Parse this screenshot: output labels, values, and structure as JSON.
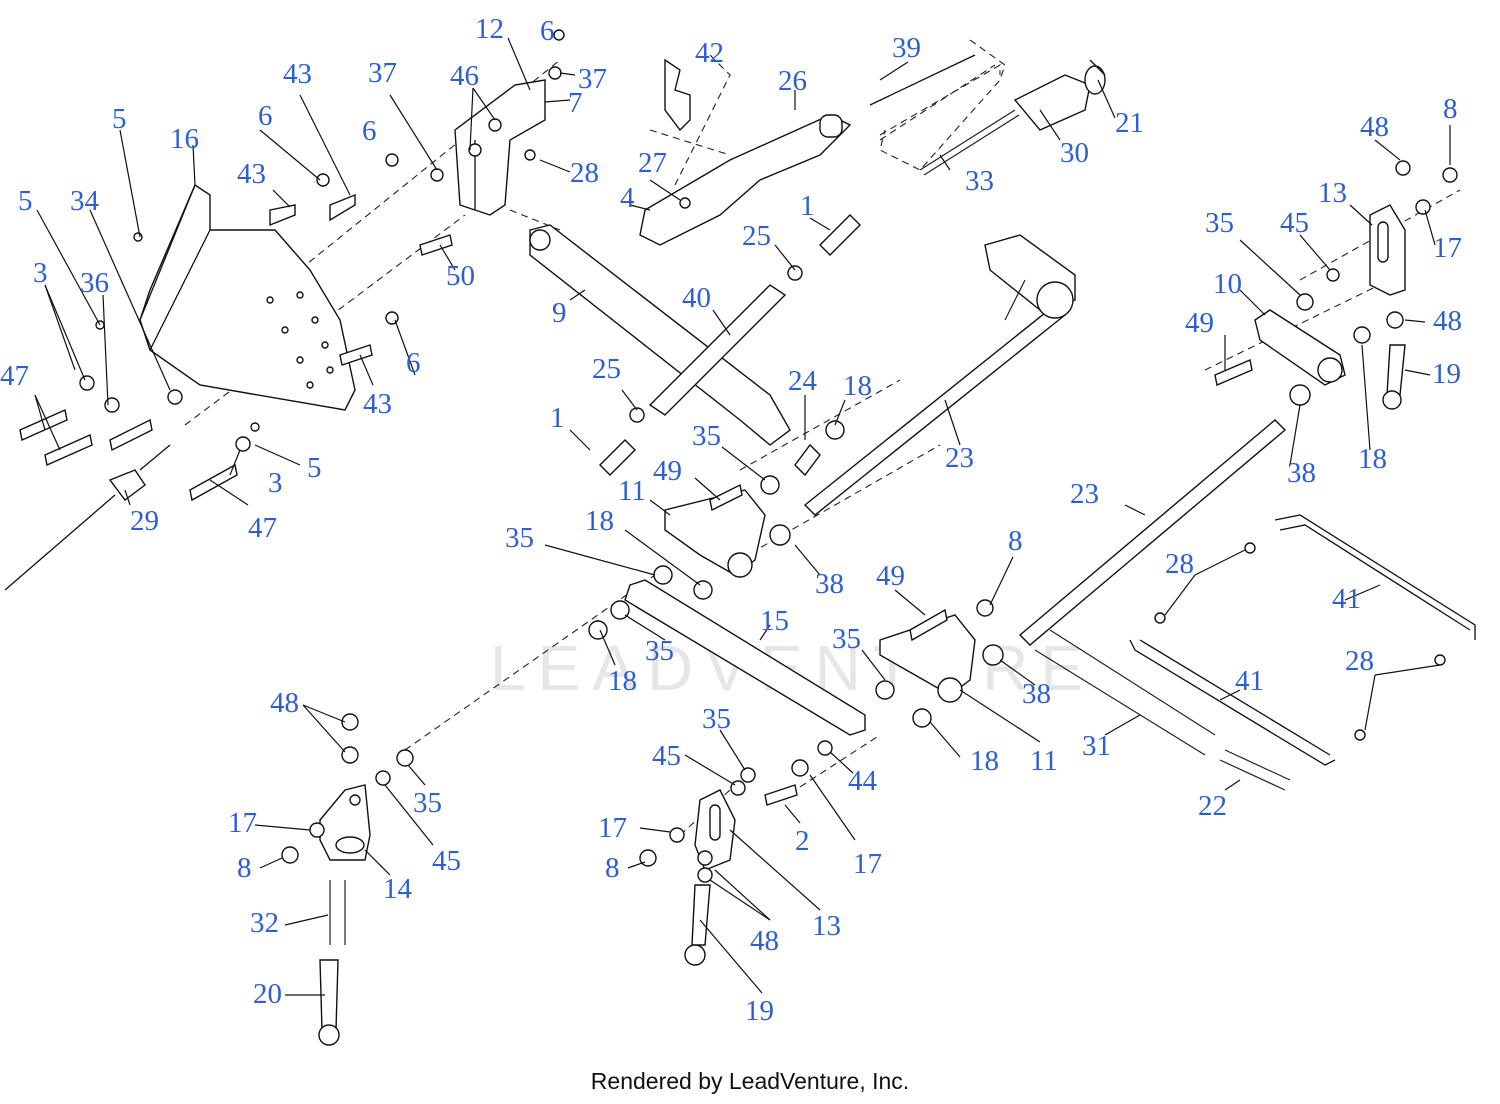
{
  "diagram": {
    "watermark": "LEADVENTURE",
    "callout_color": "#2d5fd3",
    "callouts": [
      {
        "text": "12"
      },
      {
        "text": "6"
      },
      {
        "text": "42"
      },
      {
        "text": "39"
      },
      {
        "text": "43"
      },
      {
        "text": "37"
      },
      {
        "text": "46"
      },
      {
        "text": "37"
      },
      {
        "text": "26"
      },
      {
        "text": "7"
      },
      {
        "text": "21"
      },
      {
        "text": "5"
      },
      {
        "text": "6"
      },
      {
        "text": "6"
      },
      {
        "text": "16"
      },
      {
        "text": "28"
      },
      {
        "text": "27"
      },
      {
        "text": "30"
      },
      {
        "text": "43"
      },
      {
        "text": "33"
      },
      {
        "text": "48"
      },
      {
        "text": "8"
      },
      {
        "text": "13"
      },
      {
        "text": "5"
      },
      {
        "text": "34"
      },
      {
        "text": "4"
      },
      {
        "text": "1"
      },
      {
        "text": "35"
      },
      {
        "text": "45"
      },
      {
        "text": "17"
      },
      {
        "text": "25"
      },
      {
        "text": "3"
      },
      {
        "text": "36"
      },
      {
        "text": "50"
      },
      {
        "text": "10"
      },
      {
        "text": "40"
      },
      {
        "text": "9"
      },
      {
        "text": "49"
      },
      {
        "text": "48"
      },
      {
        "text": "47"
      },
      {
        "text": "6"
      },
      {
        "text": "25"
      },
      {
        "text": "24"
      },
      {
        "text": "18"
      },
      {
        "text": "19"
      },
      {
        "text": "43"
      },
      {
        "text": "1"
      },
      {
        "text": "35"
      },
      {
        "text": "18"
      },
      {
        "text": "23"
      },
      {
        "text": "5"
      },
      {
        "text": "38"
      },
      {
        "text": "3"
      },
      {
        "text": "49"
      },
      {
        "text": "47"
      },
      {
        "text": "29"
      },
      {
        "text": "11"
      },
      {
        "text": "23"
      },
      {
        "text": "35"
      },
      {
        "text": "18"
      },
      {
        "text": "8"
      },
      {
        "text": "38"
      },
      {
        "text": "49"
      },
      {
        "text": "28"
      },
      {
        "text": "41"
      },
      {
        "text": "15"
      },
      {
        "text": "35"
      },
      {
        "text": "35"
      },
      {
        "text": "18"
      },
      {
        "text": "38"
      },
      {
        "text": "28"
      },
      {
        "text": "41"
      },
      {
        "text": "48"
      },
      {
        "text": "31"
      },
      {
        "text": "35"
      },
      {
        "text": "45"
      },
      {
        "text": "18"
      },
      {
        "text": "11"
      },
      {
        "text": "44"
      },
      {
        "text": "22"
      },
      {
        "text": "35"
      },
      {
        "text": "17"
      },
      {
        "text": "17"
      },
      {
        "text": "2"
      },
      {
        "text": "8"
      },
      {
        "text": "45"
      },
      {
        "text": "14"
      },
      {
        "text": "8"
      },
      {
        "text": "17"
      },
      {
        "text": "32"
      },
      {
        "text": "48"
      },
      {
        "text": "13"
      },
      {
        "text": "20"
      },
      {
        "text": "19"
      }
    ]
  },
  "footer": {
    "text": "Rendered by LeadVenture, Inc."
  }
}
